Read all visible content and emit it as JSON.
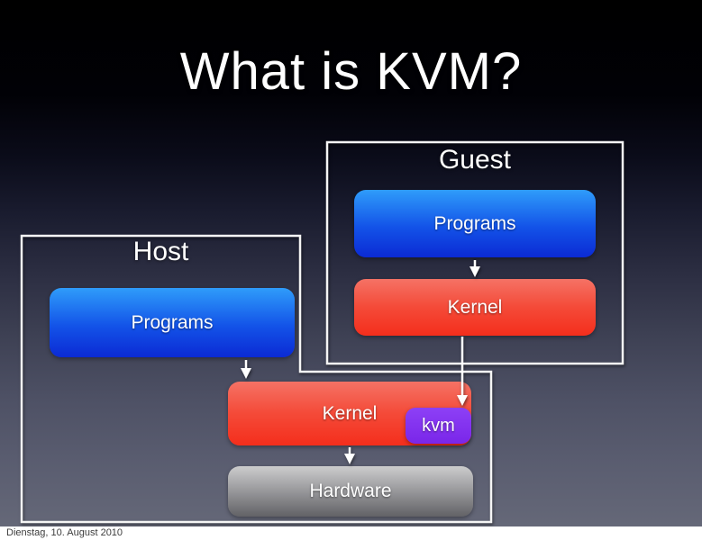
{
  "slide": {
    "title": "What is KVM?",
    "footer_date": "Dienstag, 10. August 2010"
  },
  "diagram": {
    "guest": {
      "label": "Guest",
      "programs": "Programs",
      "kernel": "Kernel"
    },
    "host": {
      "label": "Host",
      "programs": "Programs"
    },
    "shared": {
      "kernel": "Kernel",
      "kvm": "kvm",
      "hardware": "Hardware"
    },
    "colors": {
      "background_top": "#000000",
      "background_bottom": "#656878",
      "programs_gradient_top": "#2f9cfa",
      "programs_gradient_bottom": "#0b2ad4",
      "kernel_gradient_top": "#f57265",
      "kernel_gradient_bottom": "#f42e1c",
      "kvm_gradient_top": "#8d40f6",
      "kvm_gradient_bottom": "#7a26e9",
      "hardware_gradient_top": "#cccccd",
      "hardware_gradient_bottom": "#626266",
      "outline": "#f5f5f5",
      "arrow": "#ffffff",
      "label_text": "#ffffff",
      "footer_text": "#3c3c3c",
      "footer_background": "#ffffff"
    }
  }
}
